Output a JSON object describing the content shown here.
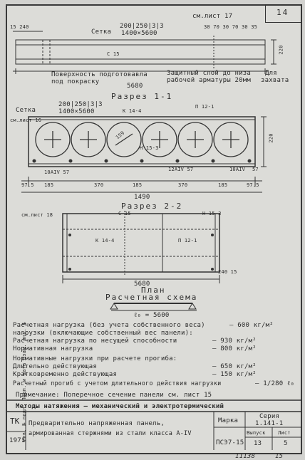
{
  "sheet_number": "14",
  "top_view": {
    "left_dims": "15  240",
    "mesh_label": "Сетка",
    "mesh_size": "200|250|3|3",
    "mesh_dims": "1400×5600",
    "sm_list": "см.лист 17",
    "spacing_dims": "30 70 30 70 30 35",
    "height": "220",
    "c15": "С 15",
    "surface_note_1": "Поверхность подготовавла",
    "surface_note_2": "под покраску",
    "length": "5680",
    "cover_note_1": "Защитный слой до низа",
    "cover_note_2": "рабочей арматуры 20мм",
    "grip_note_1": "Для",
    "grip_note_2": "захвата"
  },
  "section_1": {
    "title": "Разрез 1-1",
    "mesh_label": "Сетка",
    "mesh_size": "200|250|3|3",
    "mesh_dims": "1400×5600",
    "sm_list": "см.лист 16",
    "k14": "К 14-4",
    "p12": "П 12-1",
    "diam": "159",
    "n15": "Н 15-3",
    "rebar_left": "10АIV 57",
    "rebar_mid": "12АIV 57",
    "rebar_right": "10АIV",
    "rebar_right2": "57",
    "height": "220",
    "dims": [
      "97.5",
      "185",
      "370",
      "185",
      "370",
      "185",
      "97.5"
    ],
    "total": "1490"
  },
  "section_2": {
    "title": "Разрез 2-2",
    "sm_list": "см.лист 18",
    "c15": "С 15",
    "n15": "Н 15-3",
    "k14": "К 14-4",
    "p12": "П 12-1",
    "length": "5680",
    "end_dims": "240 15"
  },
  "plan": {
    "title": "План",
    "scheme_title": "Расчетная схема",
    "span": "ℓ₀ = 5600"
  },
  "loads": [
    {
      "label": "Расчетная нагрузка (без учета собственного веса)",
      "value": "– 600 кг/м²"
    },
    {
      "label": "нагрузки (включающие собственный вес панели):",
      "value": ""
    },
    {
      "label": "Расчетная нагрузка по несущей способности",
      "value": "– 930 кг/м²"
    },
    {
      "label": "Нормативная нагрузка",
      "value": "– 800 кг/м²"
    },
    {
      "label": "Нормативные нагрузки при расчете прогиба:",
      "value": ""
    },
    {
      "label": "Длительно действующая",
      "value": "– 650 кг/м²"
    },
    {
      "label": "Кратковременно действующая",
      "value": "– 150 кг/м²"
    },
    {
      "label": "Расчетный прогиб с учетом длительного действия нагрузки",
      "value": "– 1/280 ℓ₀"
    }
  ],
  "note": "Примечание: Поперечное сечение панели см. лист 15",
  "methods": "Методы натяжения — механический и электротермический",
  "title_block": {
    "tk": "ТК",
    "year": "1971",
    "desc_1": "Предварительно напряженная панель,",
    "desc_2": "армированная стержнями из стали класса А-IV",
    "mark_label": "Марка",
    "mark": "ПСЭ7-15",
    "series_label": "Серия",
    "series": "1.141-1",
    "issue_label": "Выпуск",
    "issue": "13",
    "sheet_label": "Лист",
    "sheet": "5"
  },
  "footer_left": "11138",
  "footer_right": "15",
  "side_stamp": "Инв. № подл.  Подп. и дата  Взам. инв. №"
}
